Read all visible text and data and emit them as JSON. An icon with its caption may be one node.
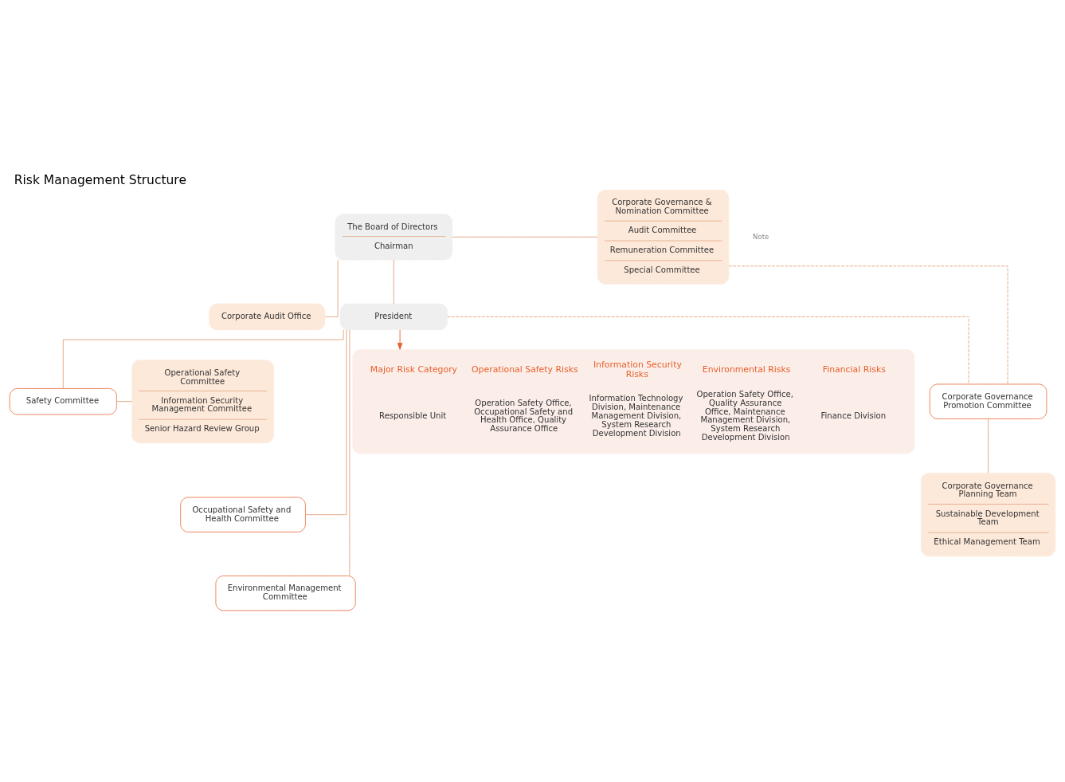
{
  "diagram": {
    "title": "Risk Management Structure",
    "nodes": [
      {
        "text": [
          "The Board of Directors",
          "Chairman"
        ]
      },
      {
        "text": [
          "Corporate Audit Office"
        ]
      },
      {
        "text": [
          "President"
        ]
      },
      {
        "text": [
          "Corporate Governance & Nomination Committee",
          "Audit Committee",
          "Remuneration Committee",
          "Special Committee"
        ]
      },
      {
        "text": [
          "Operational Safety Committee",
          "Information Security Management Committee",
          "Senior Hazard Review Group"
        ]
      },
      {
        "text": [
          "Safety Committee"
        ]
      },
      {
        "text": [
          "Occupational Safety and Health Committee"
        ]
      },
      {
        "text": [
          "Environmental Management Committee"
        ]
      },
      {
        "text": [
          "Corporate Governance Promotion Committee"
        ]
      },
      {
        "text": [
          "Corporate Governance Planning Team",
          "Sustainable Development Team",
          "Ethical Management Team"
        ]
      },
      {
        "text": [
          "Major Risk Category",
          "Operational Safety Risks",
          "Information Security Risks",
          "Environmental Risks",
          "Financial Risks",
          "Responsible Unit",
          "Operation Safety Office, Occupational Safety and Health Office, Quality Assurance Office",
          "Information Technology Division, Maintenance Management Division, System Research Development Division",
          "Operation Safety Office, Quality Assurance Office, Maintenance Management Division, System Research Development Division",
          "Finance Division"
        ]
      }
    ],
    "edges": [
      {
        "from": 0,
        "to": 3,
        "arrow": "none"
      },
      {
        "from": 0,
        "to": 1,
        "arrow": "none"
      },
      {
        "from": 0,
        "to": 2,
        "arrow": "none"
      },
      {
        "from": 2,
        "to": 5,
        "arrow": "none"
      },
      {
        "from": 2,
        "to": 6,
        "arrow": "none"
      },
      {
        "from": 2,
        "to": 7,
        "arrow": "none"
      },
      {
        "from": 5,
        "to": 4,
        "arrow": "none"
      },
      {
        "from": 2,
        "to": 8,
        "arrow": "none",
        "style": "dashed"
      },
      {
        "from": 3,
        "to": 8,
        "arrow": "none",
        "style": "dashed"
      },
      {
        "from": 8,
        "to": 9,
        "arrow": "none"
      },
      {
        "from": 2,
        "to": 10,
        "arrow": "to",
        "color": "#e8602c"
      }
    ],
    "labels": [
      "Note"
    ]
  }
}
